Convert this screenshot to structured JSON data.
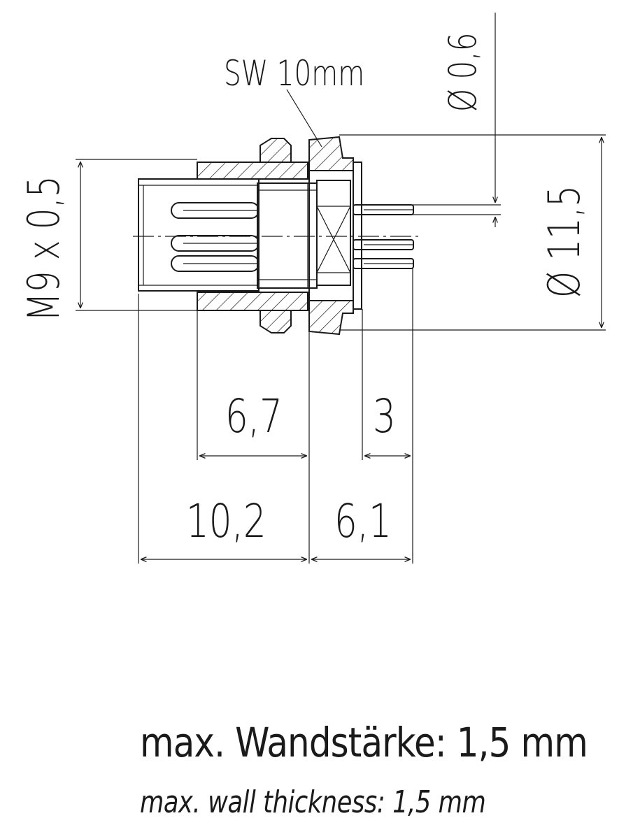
{
  "labels": {
    "sw": "SW 10mm",
    "dia_pin": "Ø 0,6",
    "dia_flange": "Ø 11,5",
    "thread": "M9 x 0,5",
    "dim_6_7": "6,7",
    "dim_3": "3",
    "dim_10_2": "10,2",
    "dim_6_1": "6,1"
  },
  "notes": {
    "german": "max. Wandstärke: 1,5 mm",
    "english": "max. wall thickness: 1,5 mm"
  }
}
